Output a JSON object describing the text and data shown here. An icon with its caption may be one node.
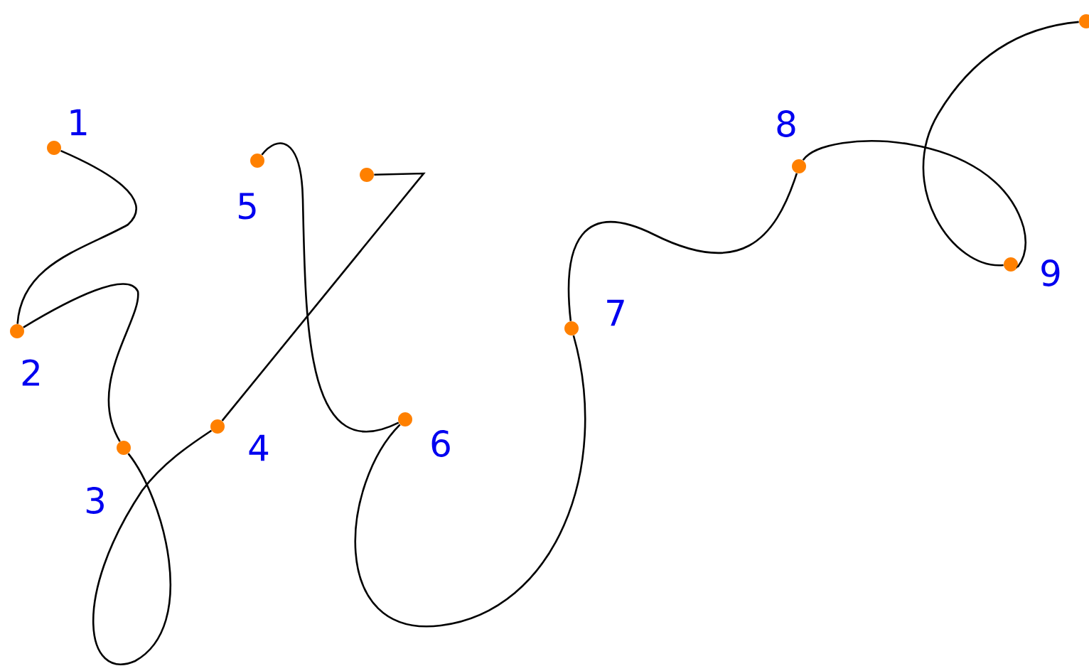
{
  "diagram": {
    "nodes": [
      {
        "text": [],
        "shape": "circle",
        "beside": [
          "1"
        ]
      },
      {
        "text": [],
        "shape": "circle",
        "beside": [
          "2"
        ]
      },
      {
        "text": [],
        "shape": "circle",
        "beside": [
          "3"
        ]
      },
      {
        "text": [],
        "shape": "circle",
        "beside": [
          "4"
        ]
      },
      {
        "text": [],
        "shape": "circle"
      },
      {
        "text": [],
        "shape": "circle",
        "beside": [
          "5"
        ]
      },
      {
        "text": [],
        "shape": "circle",
        "beside": [
          "6"
        ]
      },
      {
        "text": [],
        "shape": "circle",
        "beside": [
          "7"
        ]
      },
      {
        "text": [],
        "shape": "circle",
        "beside": [
          "8"
        ]
      },
      {
        "text": [],
        "shape": "circle",
        "beside": [
          "9"
        ]
      },
      {
        "text": [],
        "shape": "circle"
      }
    ],
    "edges": [
      {
        "from": 0,
        "to": 1,
        "arrow": "none"
      },
      {
        "from": 1,
        "to": 2,
        "arrow": "none"
      },
      {
        "from": 2,
        "to": 3,
        "arrow": "none"
      },
      {
        "from": 3,
        "to": 4,
        "arrow": "none"
      },
      {
        "from": 5,
        "to": 6,
        "arrow": "none"
      },
      {
        "from": 6,
        "to": 7,
        "arrow": "none"
      },
      {
        "from": 7,
        "to": 8,
        "arrow": "none"
      },
      {
        "from": 8,
        "to": 9,
        "arrow": "none"
      },
      {
        "from": 9,
        "to": 10,
        "arrow": "none"
      }
    ]
  }
}
